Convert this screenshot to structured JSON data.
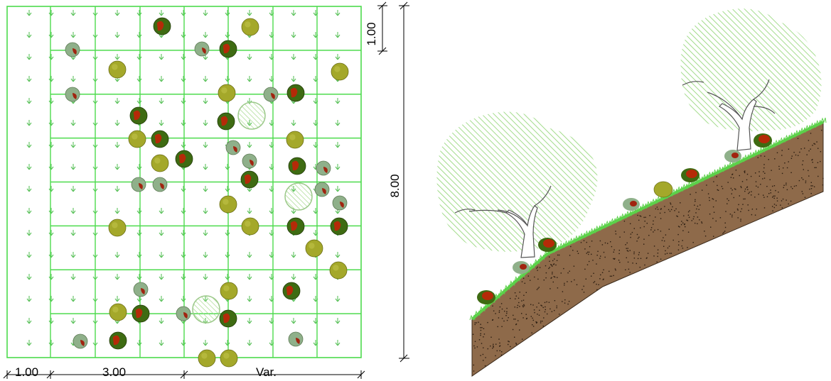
{
  "plan": {
    "dimensions": {
      "bottom_left": "1.00",
      "bottom_mid": "3.00",
      "bottom_right": "Var.",
      "right_small": "1.00",
      "right_total": "8.00"
    },
    "legend_colors": {
      "grid": "#4ddb4d",
      "grass_mark": "#5cc25c",
      "shrub_dark_green": "#3e6b12",
      "shrub_red": "#b52a08",
      "shrub_olive": "#a4a82a",
      "shrub_pale": "#8fb08a",
      "tree_canopy_light": "#b9e0a4"
    }
  },
  "section": {
    "colors": {
      "soil": "#8e6a4a",
      "soil_speckle": "#2a1c10",
      "grass": "#5cd14a",
      "canopy_hatch": "#8cd36f",
      "trunk": "#ffffff"
    }
  }
}
